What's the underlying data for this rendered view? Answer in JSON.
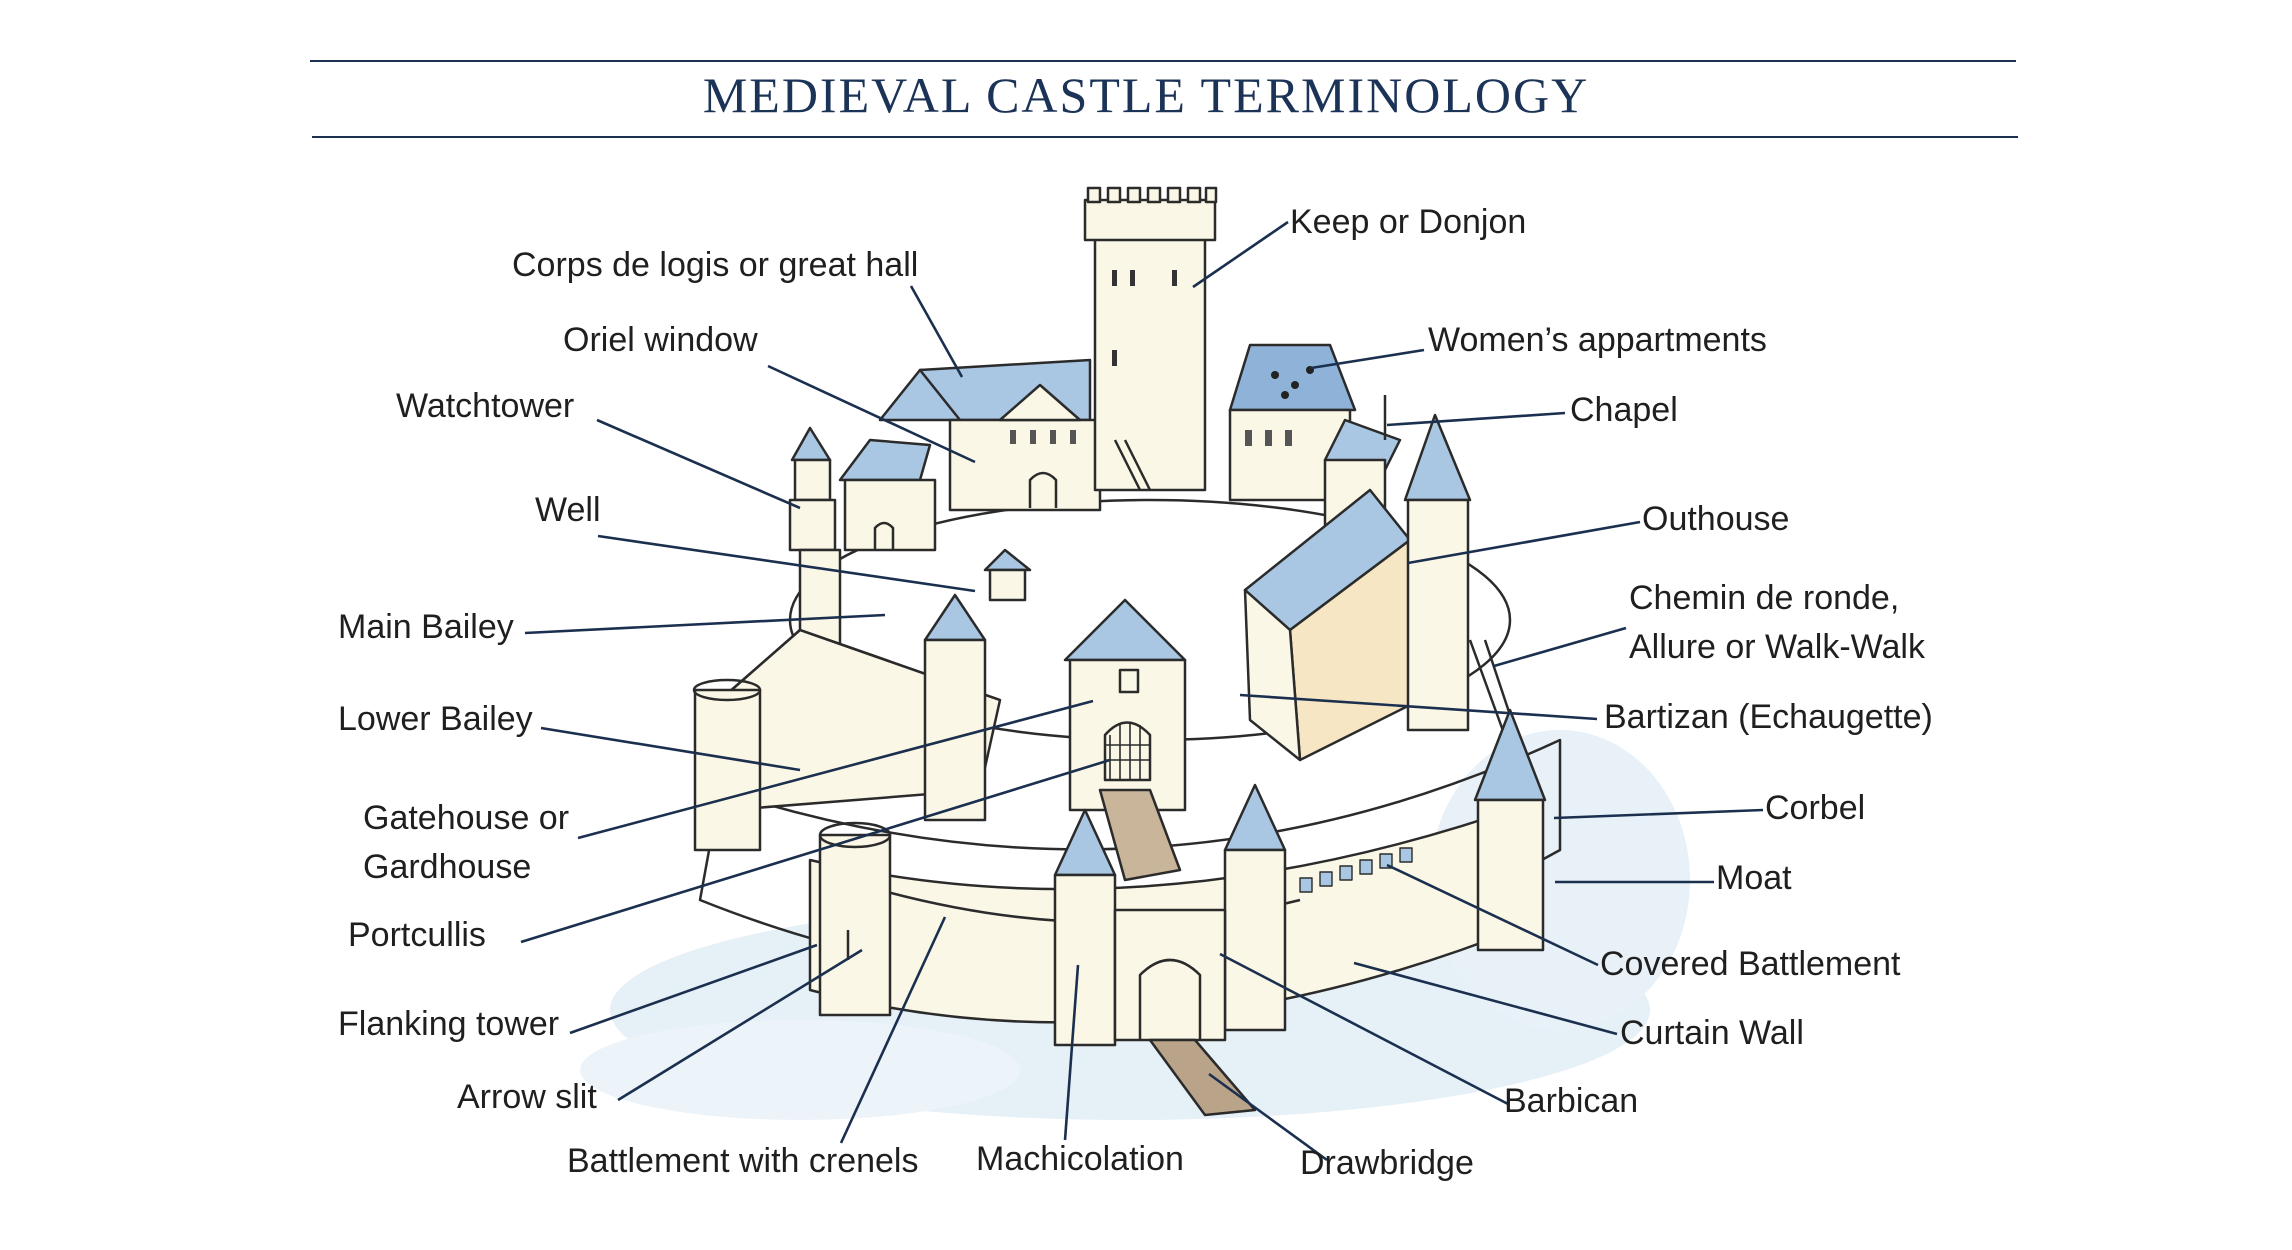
{
  "title": "MEDIEVAL CASTLE TERMINOLOGY",
  "colors": {
    "rule": "#1b2f4e",
    "title": "#1c3358",
    "roof": "#a9c6e2",
    "wall": "#fbf7e6",
    "ink": "#2b2b2b",
    "water": "#e3eef6"
  },
  "labels": {
    "keep": "Keep or Donjon",
    "corps_de_logis": "Corps de logis or great hall",
    "oriel_window": "Oriel window",
    "womens_appartments": "Women’s appartments",
    "watchtower": "Watchtower",
    "chapel": "Chapel",
    "well": "Well",
    "outhouse": "Outhouse",
    "chemin_line1": "Chemin de ronde,",
    "chemin_line2": "Allure or Walk-Walk",
    "main_bailey": "Main Bailey",
    "bartizan": "Bartizan (Echaugette)",
    "lower_bailey": "Lower Bailey",
    "gatehouse_line1": "Gatehouse or",
    "gatehouse_line2": "Gardhouse",
    "corbel": "Corbel",
    "moat": "Moat",
    "portcullis": "Portcullis",
    "covered_battlement": "Covered Battlement",
    "flanking_tower": "Flanking tower",
    "curtain_wall": "Curtain Wall",
    "arrow_slit": "Arrow slit",
    "barbican": "Barbican",
    "battlement_with_crenels": "Battlement with crenels",
    "machicolation": "Machicolation",
    "drawbridge": "Drawbridge"
  }
}
